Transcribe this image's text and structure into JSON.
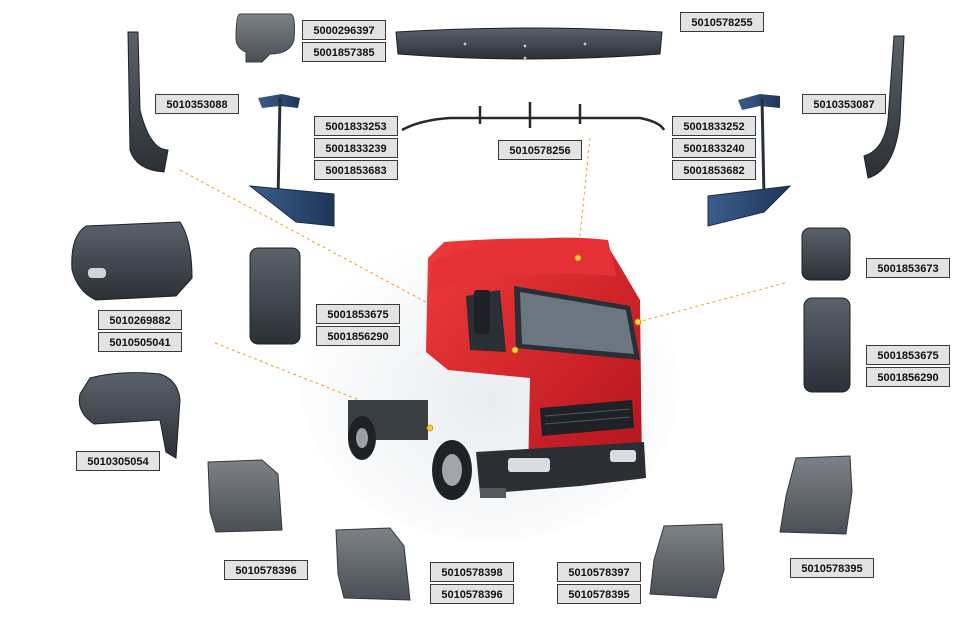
{
  "labels": {
    "sun_visor": "5010578255",
    "mirror_small_a": "5000296397",
    "mirror_small_b": "5001857385",
    "corner_left": "5010353088",
    "corner_right": "5010353087",
    "bracket_left_a": "5001833253",
    "bracket_left_b": "5001833239",
    "bracket_left_c": "5001853683",
    "bracket_right_a": "5001833252",
    "bracket_right_b": "5001833240",
    "bracket_right_c": "5001853682",
    "bumper_bar": "5010578256",
    "cover_top_a": "5010269882",
    "cover_top_b": "5010505041",
    "cover_bottom": "5010305054",
    "mirror_left_a": "5001853675",
    "mirror_left_b": "5001856290",
    "mirror_right_top": "5001853673",
    "mirror_right_a": "5001853675",
    "mirror_right_b": "5001856290",
    "fender_ll": "5010578396",
    "fender_lc_a": "5010578398",
    "fender_lc_b": "5010578396",
    "fender_rc_a": "5010578397",
    "fender_rc_b": "5010578395",
    "fender_rr": "5010578395"
  },
  "colors": {
    "cab_red": "#d8202b",
    "part_dark": "#3e4750",
    "part_blue": "#2f4e7a",
    "leader": "#f0a020"
  }
}
